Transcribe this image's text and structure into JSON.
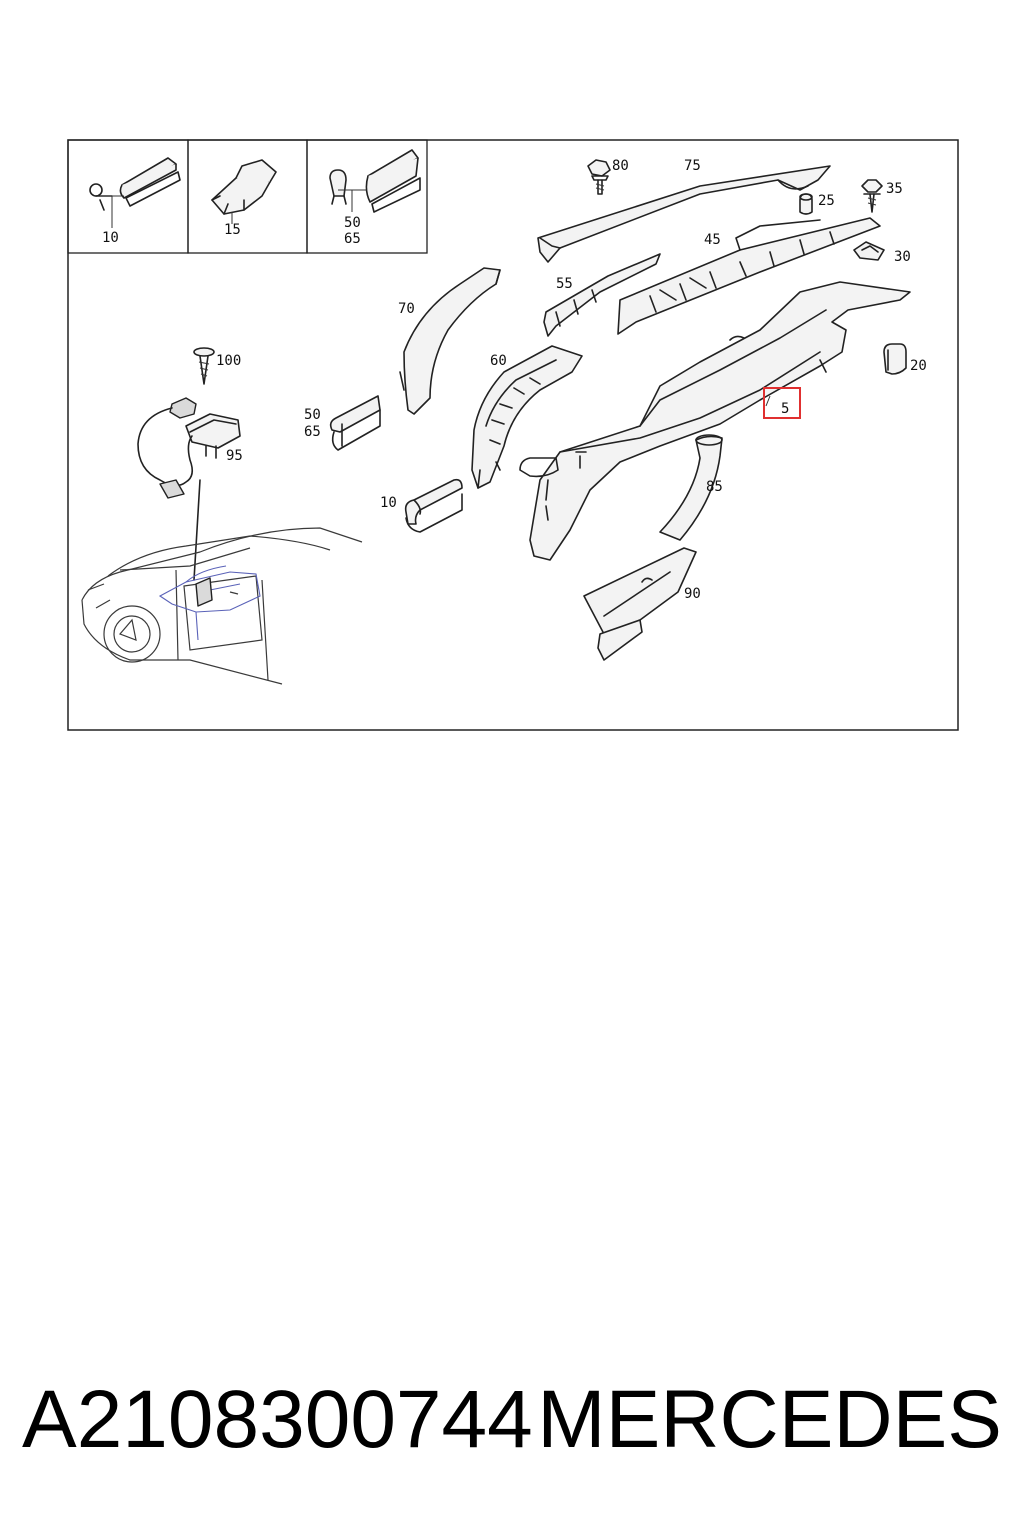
{
  "diagram": {
    "inset_callouts": [
      {
        "id": "inset-10",
        "label": "10"
      },
      {
        "id": "inset-15",
        "label": "15"
      },
      {
        "id": "inset-50",
        "label": "50"
      },
      {
        "id": "inset-65",
        "label": "65"
      }
    ],
    "callouts": {
      "c80": "80",
      "c75": "75",
      "c25": "25",
      "c35": "35",
      "c45": "45",
      "c30": "30",
      "c55": "55",
      "c20": "20",
      "c70": "70",
      "c60": "60",
      "c100": "100",
      "c5": "5",
      "c50": "50",
      "c65": "65",
      "c95": "95",
      "c85": "85",
      "c10": "10",
      "c90": "90"
    },
    "highlight_color": "#e03030"
  },
  "footer": {
    "part_number": "A2108300744",
    "brand": "MERCEDES"
  }
}
